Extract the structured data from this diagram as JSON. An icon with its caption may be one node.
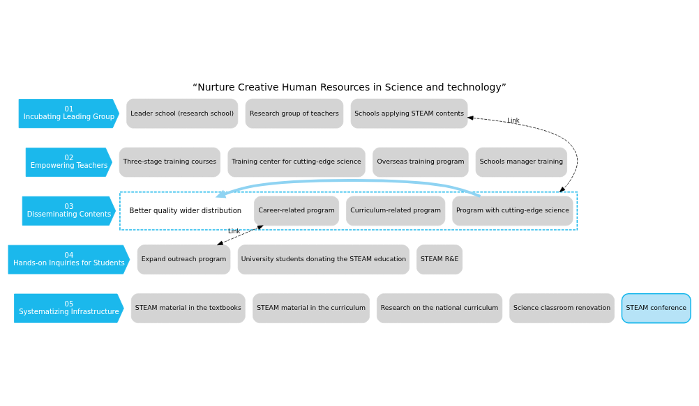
{
  "diagram": {
    "title": "“Nurture Creative Human Resources in Science and technology”",
    "nodes": [
      {
        "text": [
          "01",
          "Incubating Leading Group"
        ]
      },
      {
        "text": [
          "Leader school (research school)"
        ]
      },
      {
        "text": [
          "Research group of teachers"
        ]
      },
      {
        "text": [
          "Schools applying STEAM contents"
        ]
      },
      {
        "text": [
          "02",
          "Empowering Teachers"
        ]
      },
      {
        "text": [
          "Three-stage training courses"
        ]
      },
      {
        "text": [
          "Training center for cutting-edge science"
        ]
      },
      {
        "text": [
          "Overseas training program"
        ]
      },
      {
        "text": [
          "Schools manager training"
        ]
      },
      {
        "text": [
          "03",
          "Disseminating Contents"
        ]
      },
      {
        "text": [],
        "shape": "box"
      },
      {
        "text": [
          "Career-related program"
        ],
        "in": 10
      },
      {
        "text": [
          "Curriculum-related program"
        ],
        "in": 10
      },
      {
        "text": [
          "Program with cutting-edge science"
        ],
        "in": 10
      },
      {
        "text": [
          "Better quality wider distribution"
        ],
        "in": 10
      },
      {
        "text": [
          "04",
          "Hands-on Inquiries for Students"
        ]
      },
      {
        "text": [
          "Expand outreach program"
        ]
      },
      {
        "text": [
          "University students donating the STEAM education"
        ]
      },
      {
        "text": [
          "STEAM R&E"
        ]
      },
      {
        "text": [
          "05",
          "Systematizing Infrastructure"
        ]
      },
      {
        "text": [
          "STEAM material in the textbooks"
        ]
      },
      {
        "text": [
          "STEAM material in the curriculum"
        ]
      },
      {
        "text": [
          "Research on the national curriculum"
        ]
      },
      {
        "text": [
          "Science classroom renovation"
        ]
      },
      {
        "text": [
          "STEAM conference"
        ]
      }
    ],
    "edges": [
      {
        "from": 13,
        "to": 14,
        "arrow": "to",
        "style": "thick",
        "color": "#8fd3f2"
      },
      {
        "from": 3,
        "to": 10,
        "arrow": "both",
        "label": "Link",
        "style": "dashed"
      },
      {
        "from": 11,
        "to": 16,
        "arrow": "both",
        "label": "Link",
        "style": "dashed"
      }
    ]
  }
}
